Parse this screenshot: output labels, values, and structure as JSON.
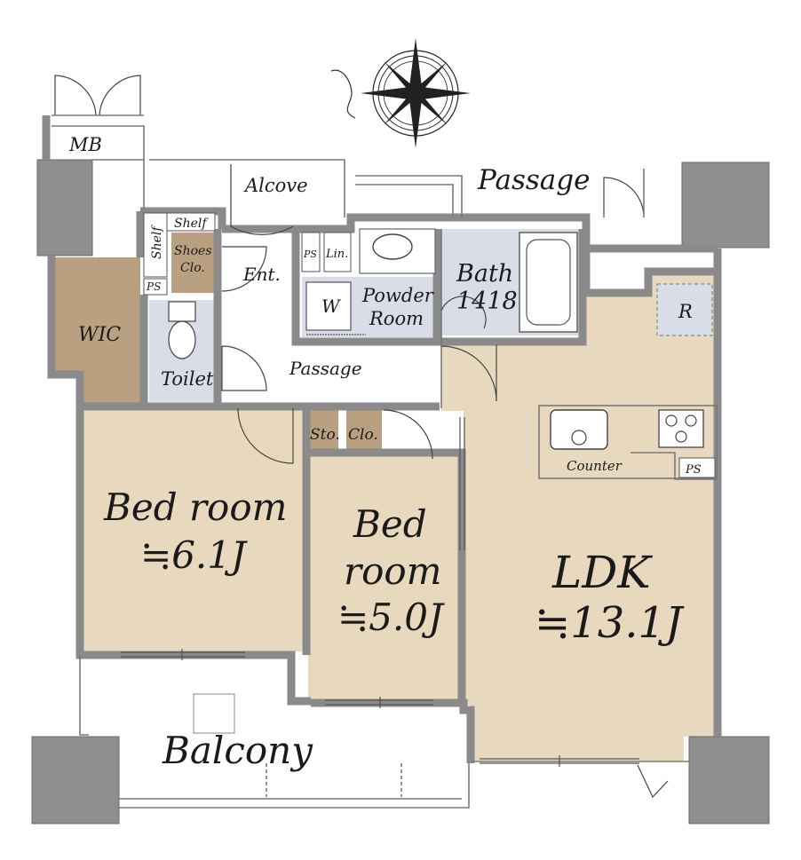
{
  "colors": {
    "tan_floor": "#e8d9be",
    "brown_storage": "#b9a080",
    "blue_wet": "#d8dde8",
    "column_gray": "#8e8e8e",
    "wall_gray": "#8a8a8a"
  },
  "icons": [
    "compass-rose-icon",
    "sink-icon",
    "stove-icon",
    "toilet-icon",
    "washbasin-icon",
    "bathtub-icon"
  ],
  "labels": {
    "mb": "MB",
    "alcove": "Alcove",
    "passage_top": "Passage",
    "shelf_top": "Shelf",
    "shelf_side": "Shelf",
    "shoes_1": "Shoes",
    "shoes_2": "Clo.",
    "ps_entry": "PS",
    "ent": "Ent.",
    "ps_small": "PS",
    "lin": "Lin.",
    "w": "W",
    "powder_1": "Powder",
    "powder_2": "Room",
    "bath_1": "Bath",
    "bath_2": "1418",
    "r": "R",
    "wic": "WIC",
    "toilet": "Toilet",
    "passage_mid": "Passage",
    "sto": "Sto.",
    "clo": "Clo.",
    "counter": "Counter",
    "ps_kitchen": "PS",
    "bed1_1": "Bed room",
    "bed1_2": "≒6.1J",
    "bed2_1": "Bed",
    "bed2_2": "room",
    "bed2_3": "≒5.0J",
    "ldk_1": "LDK",
    "ldk_2": "≒13.1J",
    "balcony": "Balcony"
  }
}
